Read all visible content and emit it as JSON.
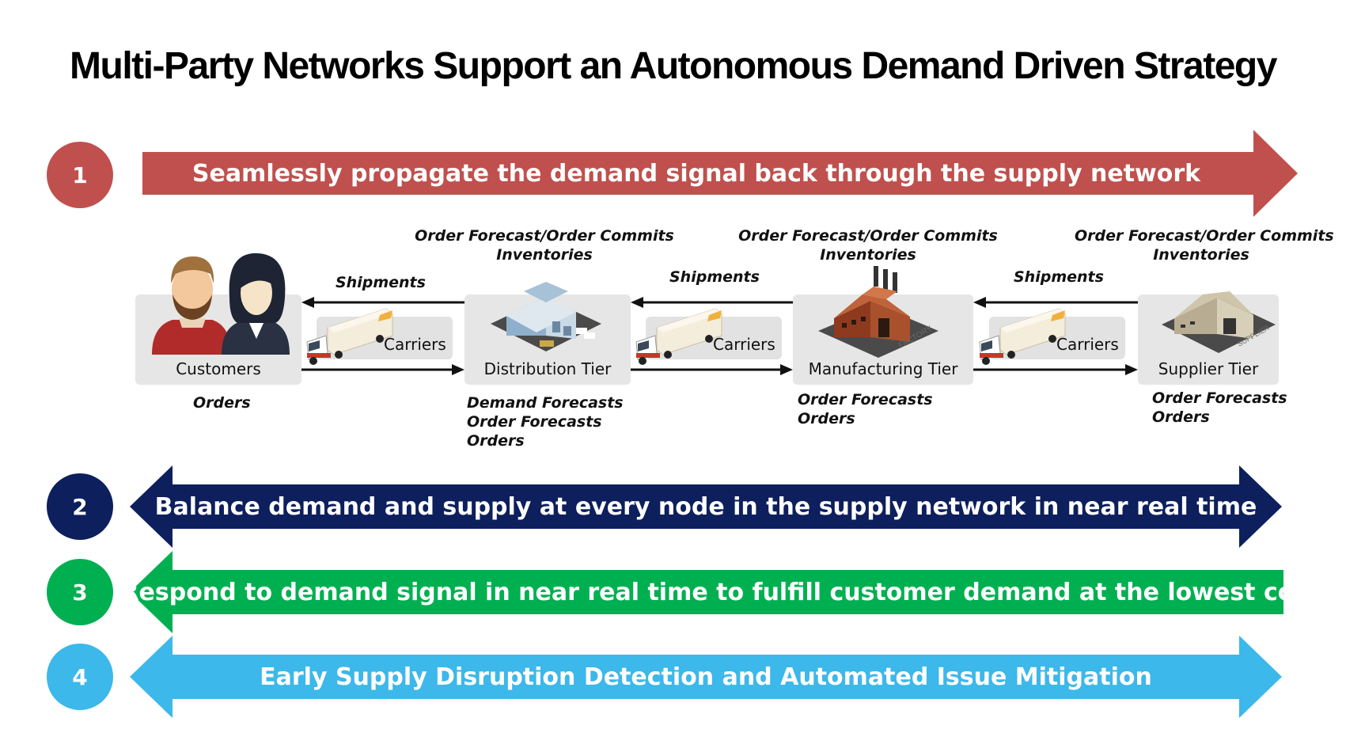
{
  "title": "Multi-Party Networks Support an Autonomous Demand Driven Strategy",
  "colors": {
    "red": "#c0504d",
    "navy": "#0d1f5c",
    "green": "#00b050",
    "sky": "#3cb8ea"
  },
  "bands": [
    {
      "number": "1",
      "text": "Seamlessly propagate the demand signal back through the supply network",
      "color": "#c0504d"
    },
    {
      "number": "2",
      "text": "Balance demand and supply at every node in the supply network in near real time",
      "color": "#0d1f5c"
    },
    {
      "number": "3",
      "text": "Respond to demand signal in near real time to fulfill customer demand at the lowest cost",
      "color": "#00b050"
    },
    {
      "number": "4",
      "text": "Early Supply Disruption Detection and Automated Issue Mitigation",
      "color": "#3cb8ea"
    }
  ],
  "nodes": [
    {
      "name": "Customers",
      "icon": "customers-icon",
      "below": [
        "Orders"
      ]
    },
    {
      "name": "Distribution Tier",
      "icon": "warehouse-icon",
      "above": [
        "Order Forecast/Order Commits",
        "Inventories"
      ],
      "below": [
        "Demand Forecasts",
        "Order Forecasts",
        "Orders"
      ]
    },
    {
      "name": "Manufacturing Tier",
      "icon": "factory-icon",
      "above": [
        "Order Forecast/Order Commits",
        "Inventories"
      ],
      "below": [
        "Order Forecasts",
        "Orders"
      ]
    },
    {
      "name": "Supplier Tier",
      "icon": "supplier-icon",
      "above": [
        "Order Forecast/Order Commits",
        "Inventories"
      ],
      "below": [
        "Order Forecasts",
        "Orders"
      ]
    }
  ],
  "links": [
    {
      "shipments": "Shipments",
      "carriers": "Carriers",
      "icon": "truck-icon"
    },
    {
      "shipments": "Shipments",
      "carriers": "Carriers",
      "icon": "truck-icon"
    },
    {
      "shipments": "Shipments",
      "carriers": "Carriers",
      "icon": "truck-icon"
    }
  ],
  "icon_text": {
    "factory": "FACTORY",
    "supplier": "SUPPLIER"
  }
}
